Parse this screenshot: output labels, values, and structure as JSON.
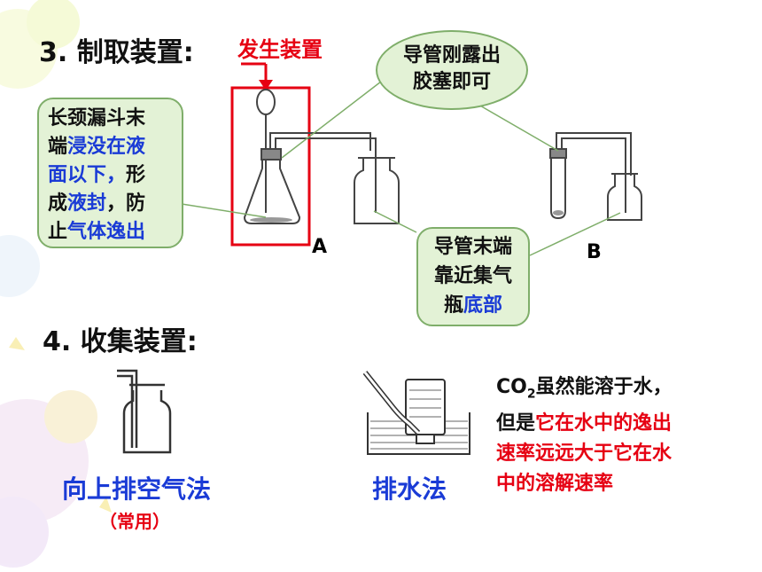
{
  "section3": {
    "title": "3. 制取装置:",
    "annotation": "发生装置"
  },
  "callout_left": {
    "l1": "长颈漏斗末",
    "l2a": "端",
    "l2b": "浸没在液",
    "l3a": "面以下，",
    "l3b": "形",
    "l4a": "成",
    "l4b": "液封",
    "l4c": "，防",
    "l5a": "止",
    "l5b": "气体逸出"
  },
  "callout_top": {
    "l1": "导管刚露出",
    "l2": "胶塞即可"
  },
  "callout_bottom": {
    "l1": "导管末端",
    "l2": "靠近集气",
    "l3a": "瓶",
    "l3b": "底部"
  },
  "labels": {
    "a": "A",
    "b": "B"
  },
  "section4": {
    "title": "4. 收集装置:"
  },
  "method_up": {
    "name": "向上排空气法",
    "note": "（常用）"
  },
  "method_water": {
    "name": "排水法"
  },
  "co2_note": {
    "l1a": "CO",
    "l1sub": "2",
    "l1b": "虽然能溶于水，",
    "l2a": "但是",
    "l2b": "它在水中的逸出",
    "l3": "速率远远大于它在水",
    "l4": "中的溶解速率"
  },
  "colors": {
    "red": "#e60012",
    "blue": "#1a3bd6",
    "callout_bg": "#e3f2d6"
  }
}
